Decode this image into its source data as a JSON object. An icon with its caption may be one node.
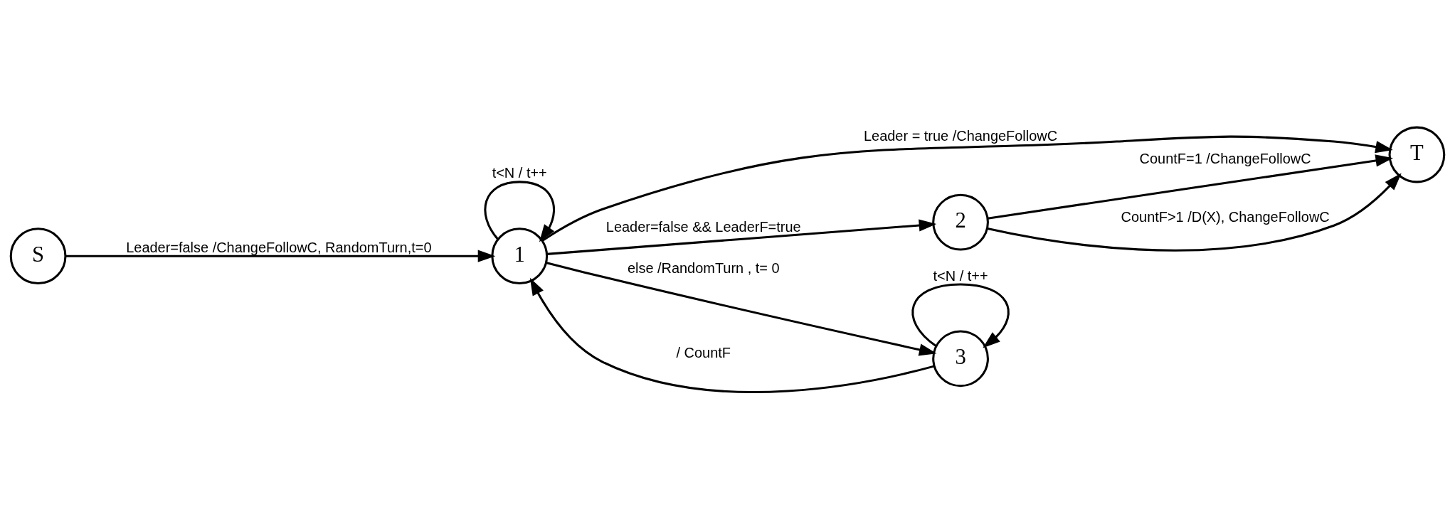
{
  "diagram": {
    "nodes": [
      {
        "text": [
          "S"
        ]
      },
      {
        "text": [
          "1"
        ]
      },
      {
        "text": [
          "T"
        ]
      },
      {
        "text": [
          "2"
        ]
      },
      {
        "text": [
          "3"
        ]
      }
    ],
    "edges": [
      {
        "from": 0,
        "to": 1,
        "arrow": "to",
        "label": "Leader=false /ChangeFollowC, RandomTurn,t=0"
      },
      {
        "from": 1,
        "to": 1,
        "arrow": "to",
        "label": "t<N / t++"
      },
      {
        "from": 1,
        "to": 2,
        "arrow": "to",
        "label": "Leader = true /ChangeFollowC"
      },
      {
        "from": 1,
        "to": 3,
        "arrow": "to",
        "label": "Leader=false && LeaderF=true"
      },
      {
        "from": 4,
        "to": 1,
        "arrow": "to",
        "label": "/ CountF"
      },
      {
        "from": 1,
        "to": 4,
        "arrow": "to",
        "label": "else /RandomTurn , t= 0"
      },
      {
        "from": 3,
        "to": 2,
        "arrow": "to",
        "label": "CountF=1 /ChangeFollowC"
      },
      {
        "from": 3,
        "to": 2,
        "arrow": "to",
        "label": "CountF>1 /D(X), ChangeFollowC"
      },
      {
        "from": 4,
        "to": 4,
        "arrow": "to",
        "label": "t<N / t++"
      }
    ]
  }
}
